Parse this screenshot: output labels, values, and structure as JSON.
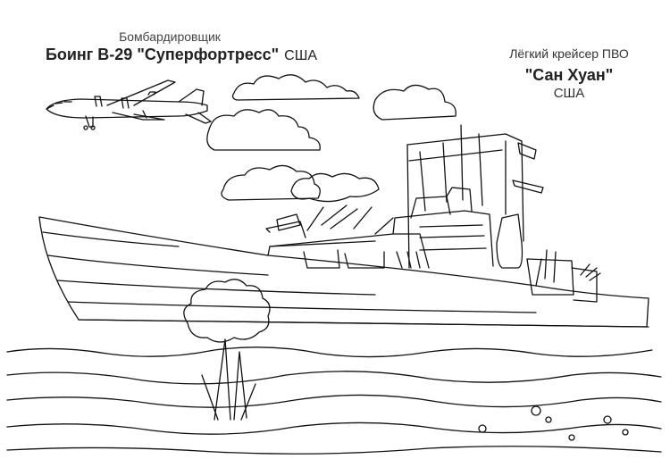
{
  "plane": {
    "subtitle": "Бомбардировщик",
    "title": "Боинг В-29 \"Суперфортресс\"",
    "country": "США"
  },
  "ship": {
    "subtitle": "Лёгкий крейсер ПВО",
    "title": "\"Сан Хуан\"",
    "country": "США"
  },
  "colors": {
    "line": "#111111",
    "background": "#ffffff"
  }
}
